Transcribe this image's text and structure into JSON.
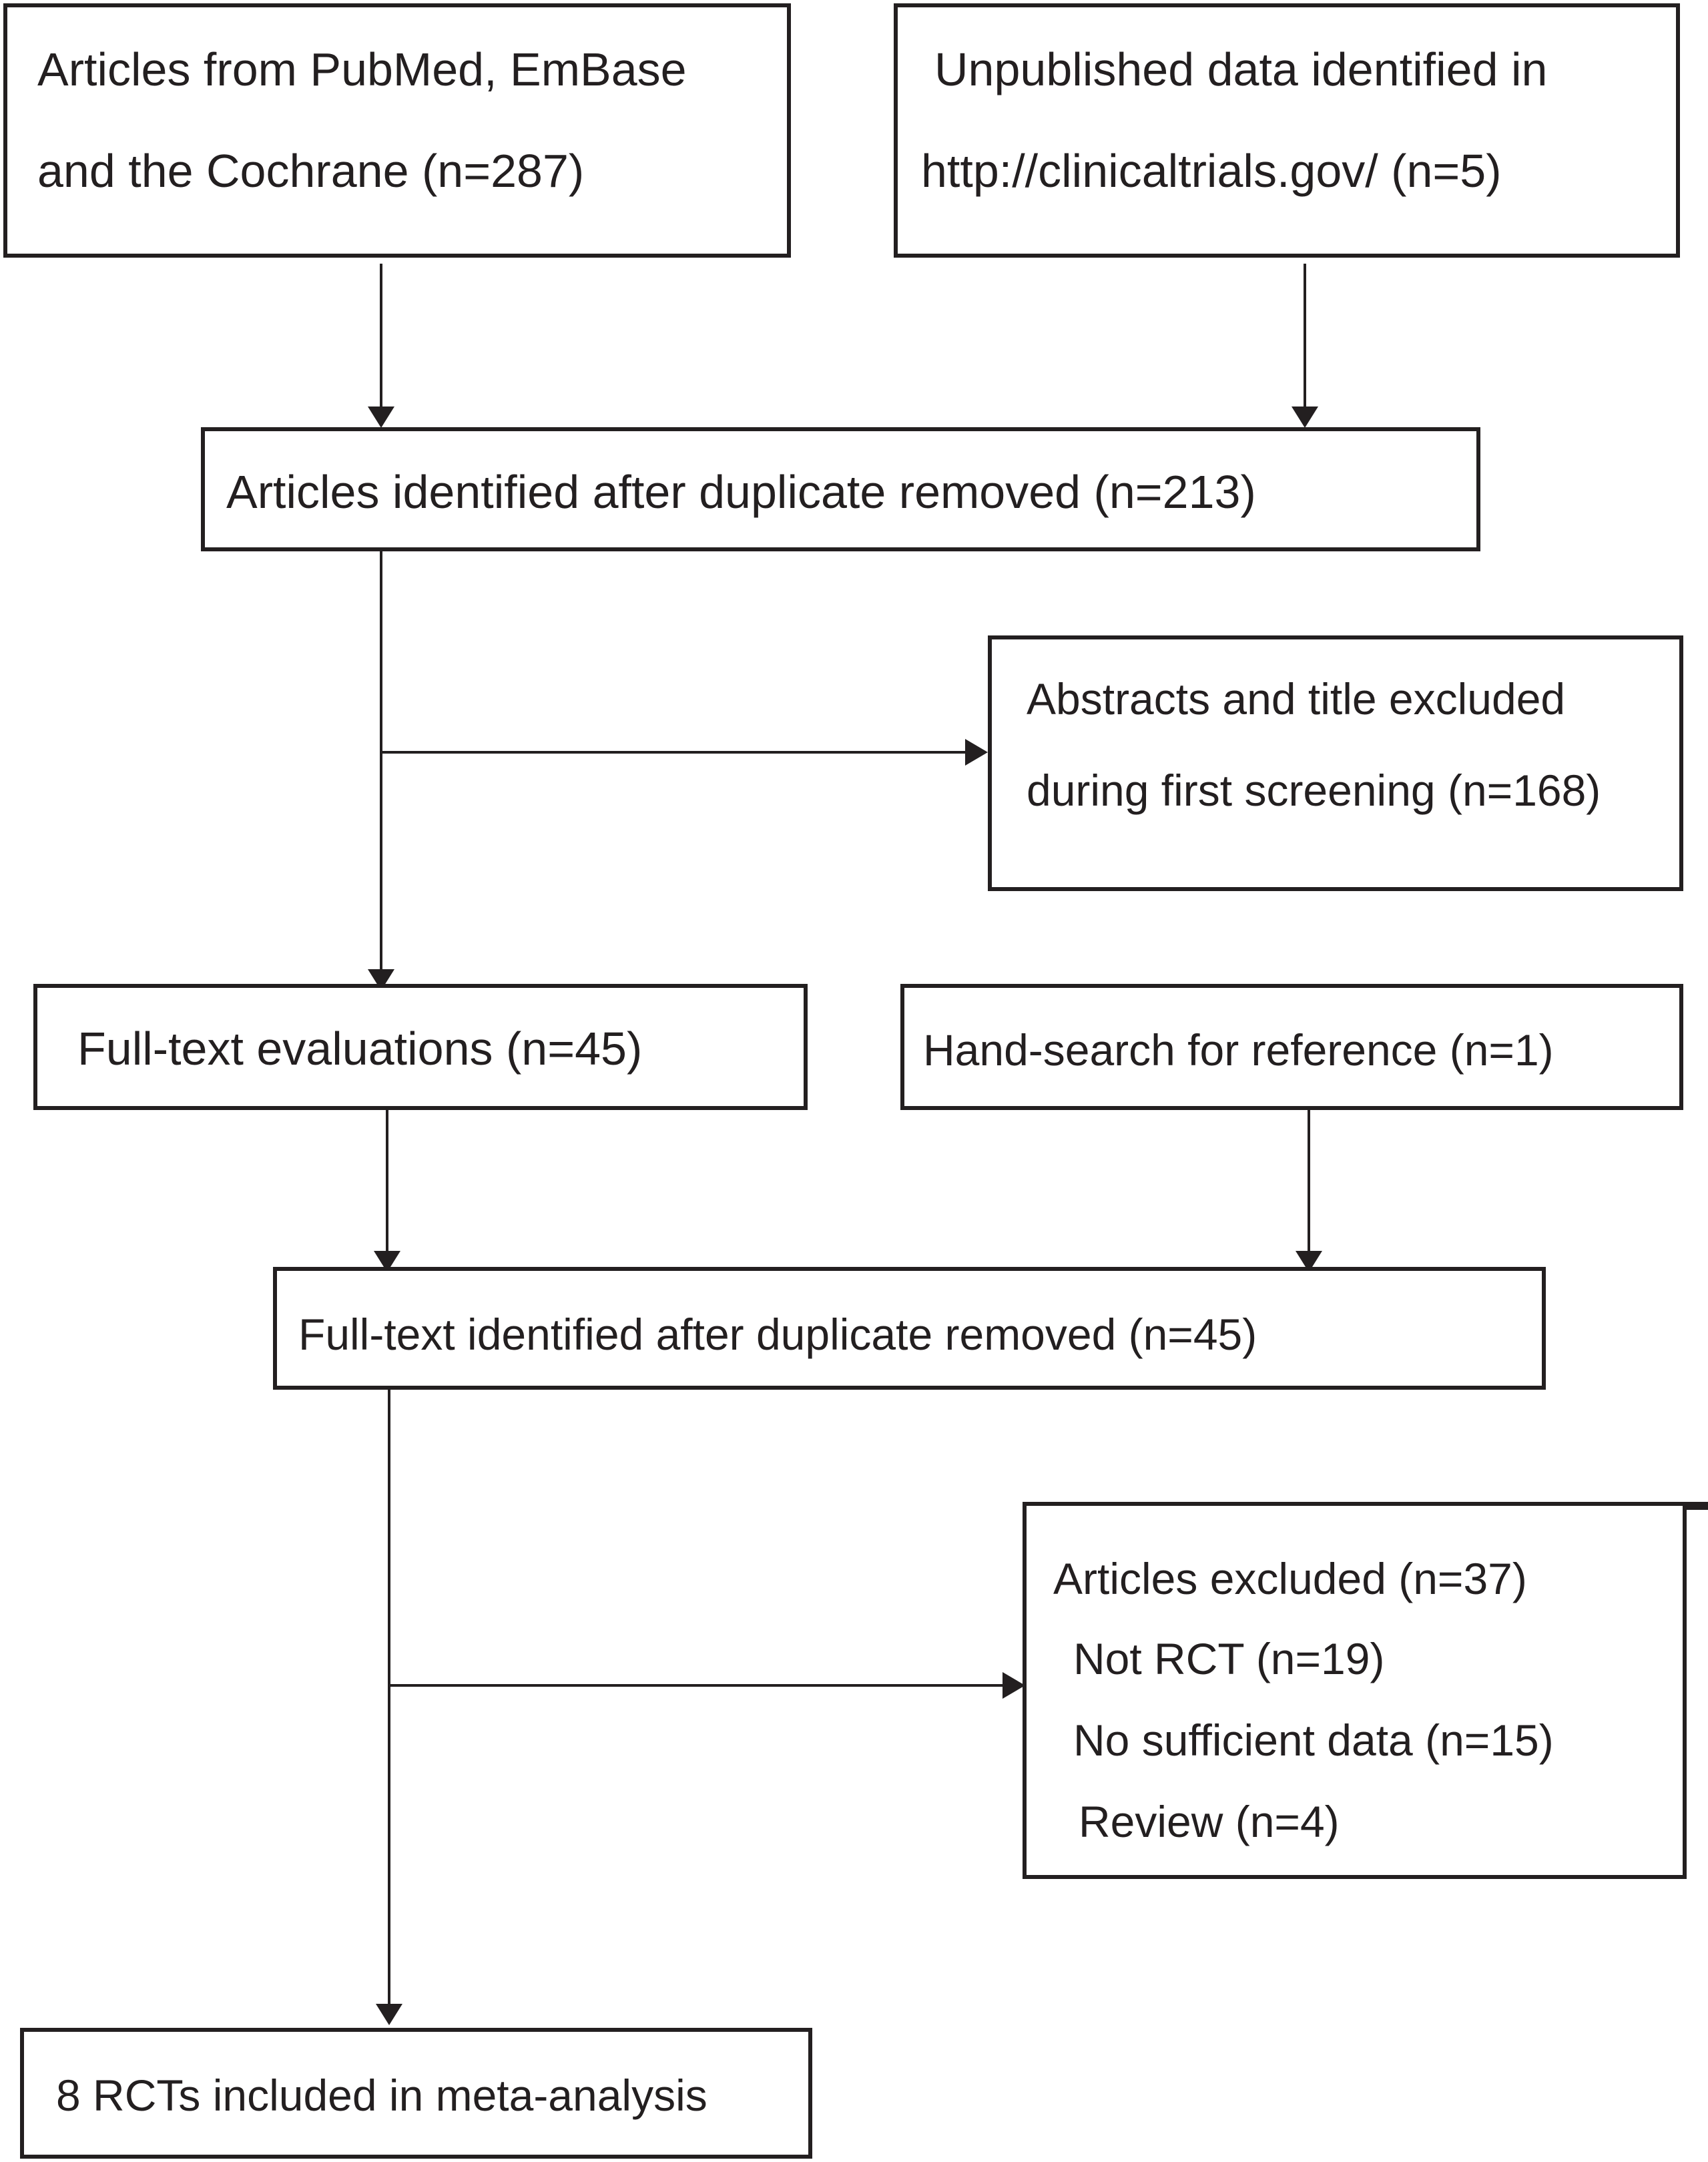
{
  "flowchart": {
    "box_pubmed": {
      "line1": "Articles from PubMed, EmBase",
      "line2": "and the Cochrane (n=287)"
    },
    "box_unpublished": {
      "line1": "Unpublished data identified in",
      "line2": "http://clinicaltrials.gov/ (n=5)"
    },
    "box_after_duplicate": {
      "line1": "Articles identified after duplicate removed (n=213)"
    },
    "box_abstracts_excluded": {
      "line1": "Abstracts and title excluded",
      "line2": "during first screening (n=168)"
    },
    "box_fulltext_eval": {
      "line1": "Full-text evaluations (n=45)"
    },
    "box_handsearch": {
      "line1": "Hand-search for reference (n=1)"
    },
    "box_fulltext_identified": {
      "line1": "Full-text identified after duplicate removed (n=45)"
    },
    "box_articles_excluded": {
      "line1": "Articles excluded (n=37)",
      "line2": "Not RCT (n=19)",
      "line3": "No sufficient data (n=15)",
      "line4": "Review (n=4)"
    },
    "box_included": {
      "line1": "8 RCTs included in meta-analysis"
    }
  },
  "colors": {
    "stroke": "#231f20",
    "background": "#ffffff"
  }
}
